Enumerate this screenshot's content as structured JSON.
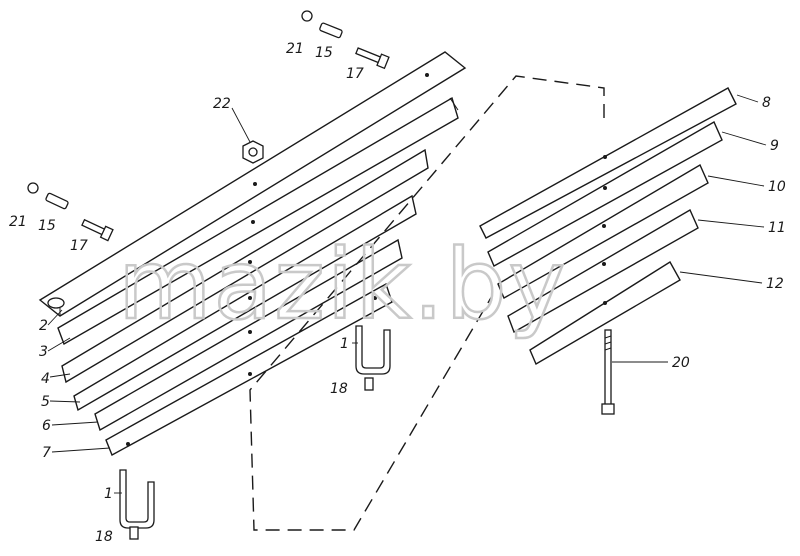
{
  "watermark": "mazik.by",
  "labels": {
    "p1a": "1",
    "p1b": "1",
    "p2": "2",
    "p3": "3",
    "p4": "4",
    "p5": "5",
    "p6": "6",
    "p7": "7",
    "p8": "8",
    "p9": "9",
    "p10": "10",
    "p11": "11",
    "p12": "12",
    "p15a": "15",
    "p15b": "15",
    "p17a": "17",
    "p17b": "17",
    "p18a": "18",
    "p18b": "18",
    "p20": "20",
    "p21a": "21",
    "p21b": "21",
    "p22": "22"
  }
}
